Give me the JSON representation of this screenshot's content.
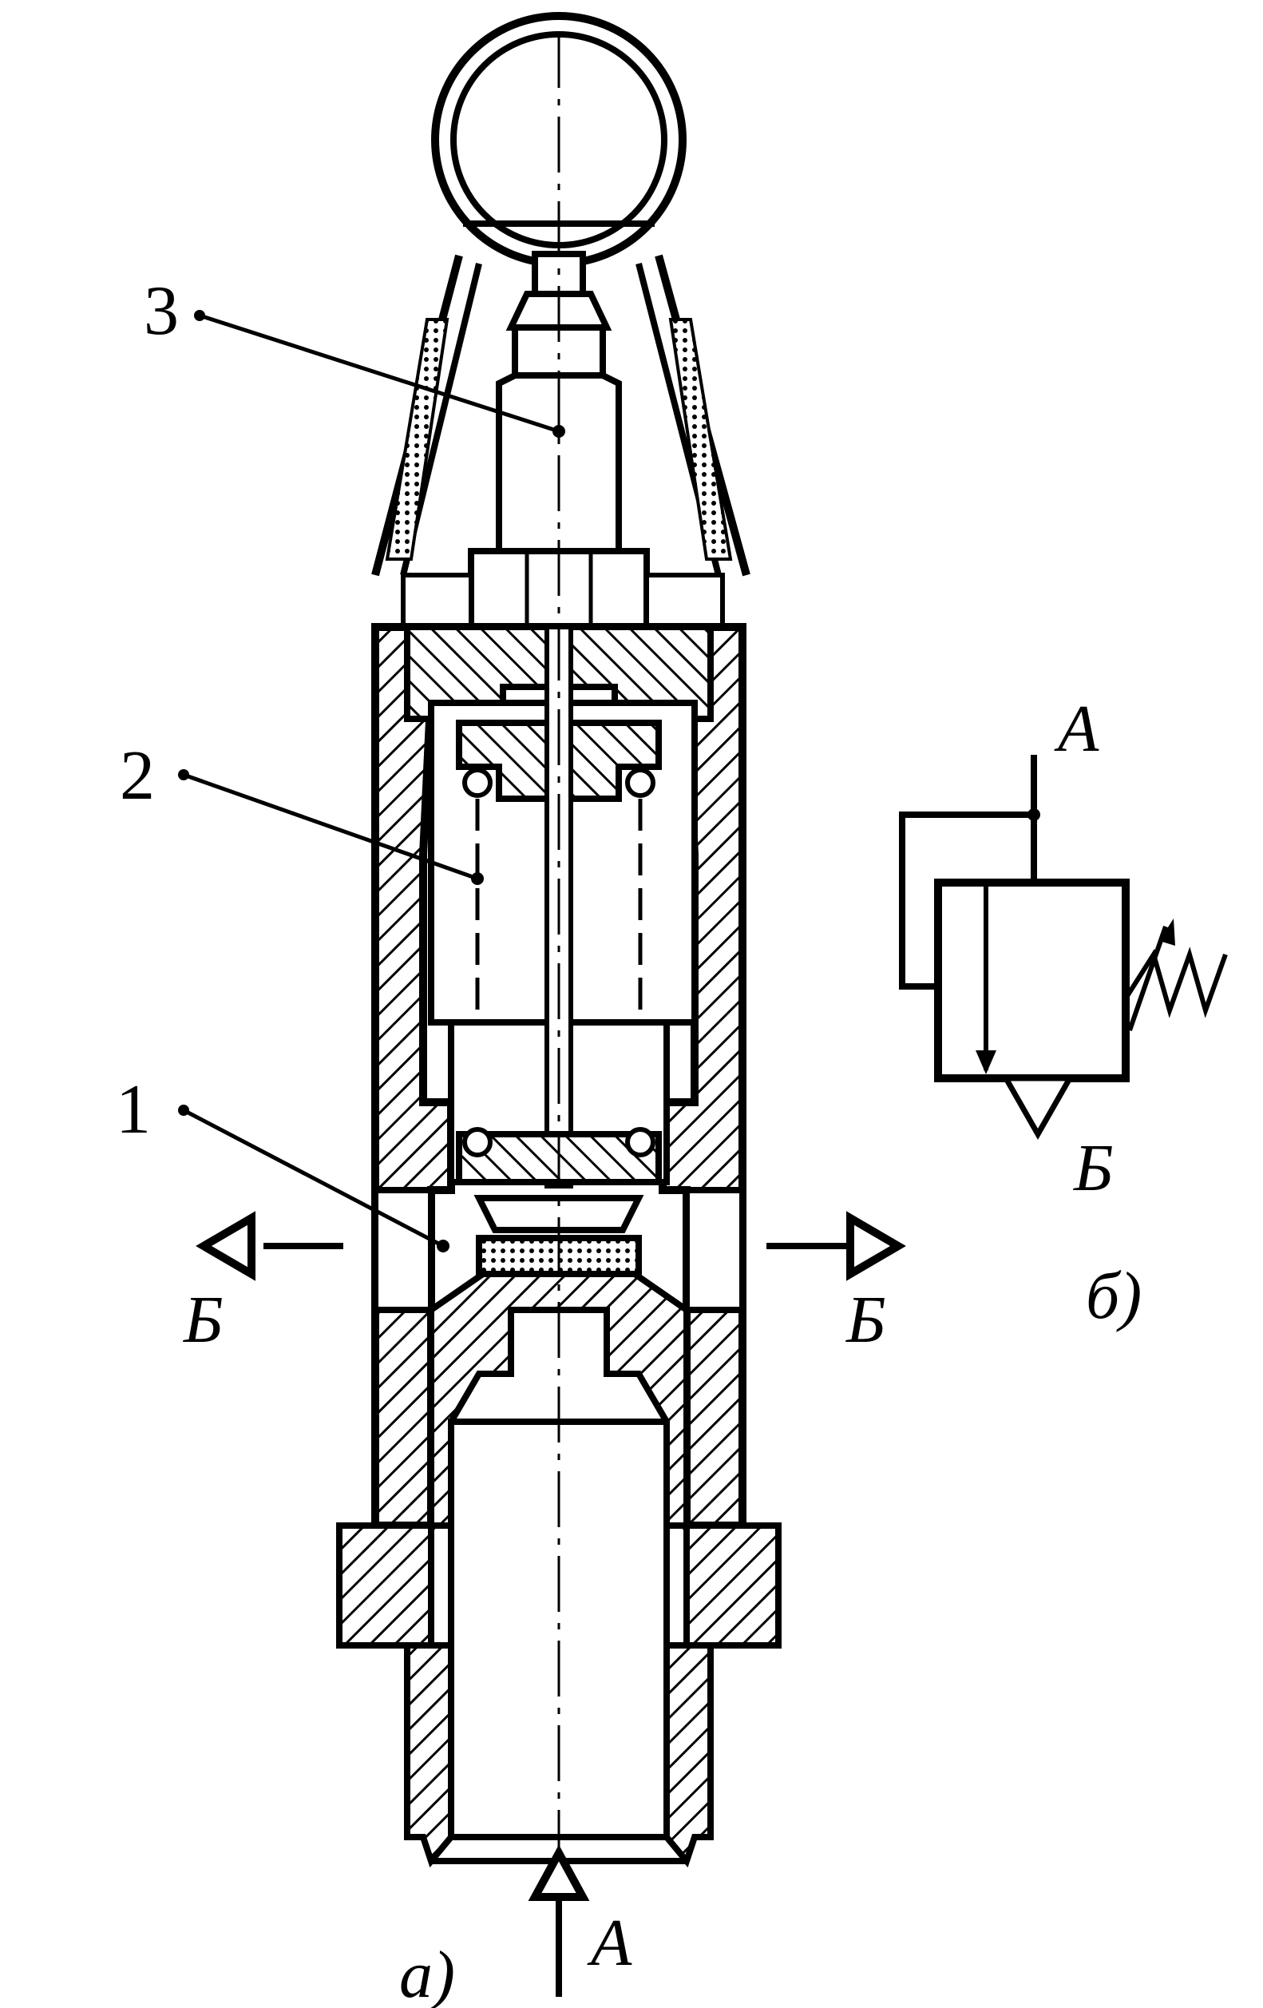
{
  "labels": {
    "part_1": "1",
    "part_2": "2",
    "part_3": "3",
    "port_a_left": "A",
    "port_b_left_out": "Б",
    "port_b_right_out": "Б",
    "port_a_symbol": "A",
    "port_b_symbol": "Б",
    "caption_a": "a)",
    "caption_b": "б)"
  },
  "colors": {
    "ink": "#000000",
    "paper": "#ffffff"
  }
}
